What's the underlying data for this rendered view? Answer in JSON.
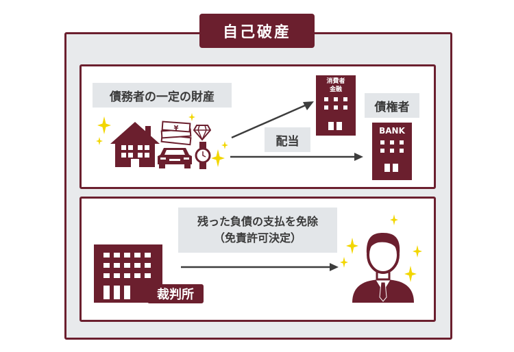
{
  "title": "自己破産",
  "panel1": {
    "debtor_assets_label": "債務者の一定の財産",
    "distribution_label": "配当",
    "creditor_label": "債権者",
    "consumer_finance_line1": "消費者",
    "consumer_finance_line2": "金融",
    "bank_label": "BANK",
    "yen_symbol": "¥"
  },
  "panel2": {
    "discharge_line1": "残った負債の支払を免除",
    "discharge_line2": "（免責許可決定）",
    "court_label": "裁判所"
  },
  "colors": {
    "brand": "#6b1f2e",
    "background": "#e8eaec",
    "label_bg": "#e3e6e9",
    "sparkle": "#f2d600",
    "arrow": "#3d3d3d"
  }
}
